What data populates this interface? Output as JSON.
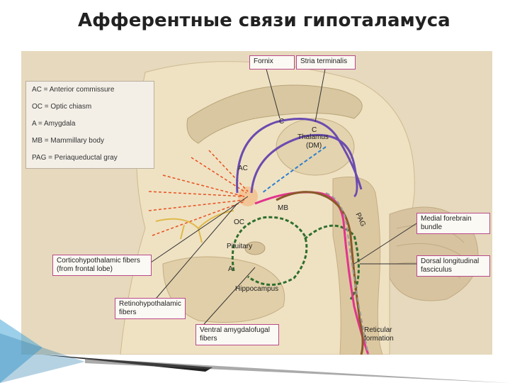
{
  "title": "Афферентные связи гипоталамуса",
  "legend": {
    "items": [
      {
        "label": "AC = Anterior commissure"
      },
      {
        "label": "OC = Optic chiasm"
      },
      {
        "label": "A = Amygdala"
      },
      {
        "label": "MB = Mammillary body"
      },
      {
        "label": "PAG = Periaqueductal gray"
      }
    ]
  },
  "callouts": {
    "fornix": "Fornix",
    "stria_terminalis": "Stria terminalis",
    "medial_forebrain_bundle": "Medial forebrain bundle",
    "dorsal_longitudinal_fasciculus": "Dorsal longitudinal fasciculus",
    "corticohypothalamic": "Corticohypothalamic fibers (from frontal lobe)",
    "retinohypothalamic": "Retinohypothalamic fibers",
    "ventral_amygdalofugal": "Ventral amygdalofugal fibers"
  },
  "labels": {
    "thalamus": "Thalamus",
    "thalamus_sub": "(DM)",
    "ac": "AC",
    "oc": "OC",
    "mb": "MB",
    "pag": "PAG",
    "pituitary": "Pituitary",
    "a": "A",
    "hippocampus": "Hippocampus",
    "reticular": "Reticular",
    "reticular_sub": "formation",
    "c1": "C",
    "c2": "C"
  },
  "colors": {
    "fornix": "#6b4bb0",
    "stria": "#6b4bb0",
    "medial_forebrain": "#e2348c",
    "dorsal_longitudinal": "#8a5a2a",
    "amygdalofugal": "#2f6e2f",
    "retino": "#2f7fd0",
    "cortico": "#e8501f",
    "callout_border": "#b84a8a"
  }
}
